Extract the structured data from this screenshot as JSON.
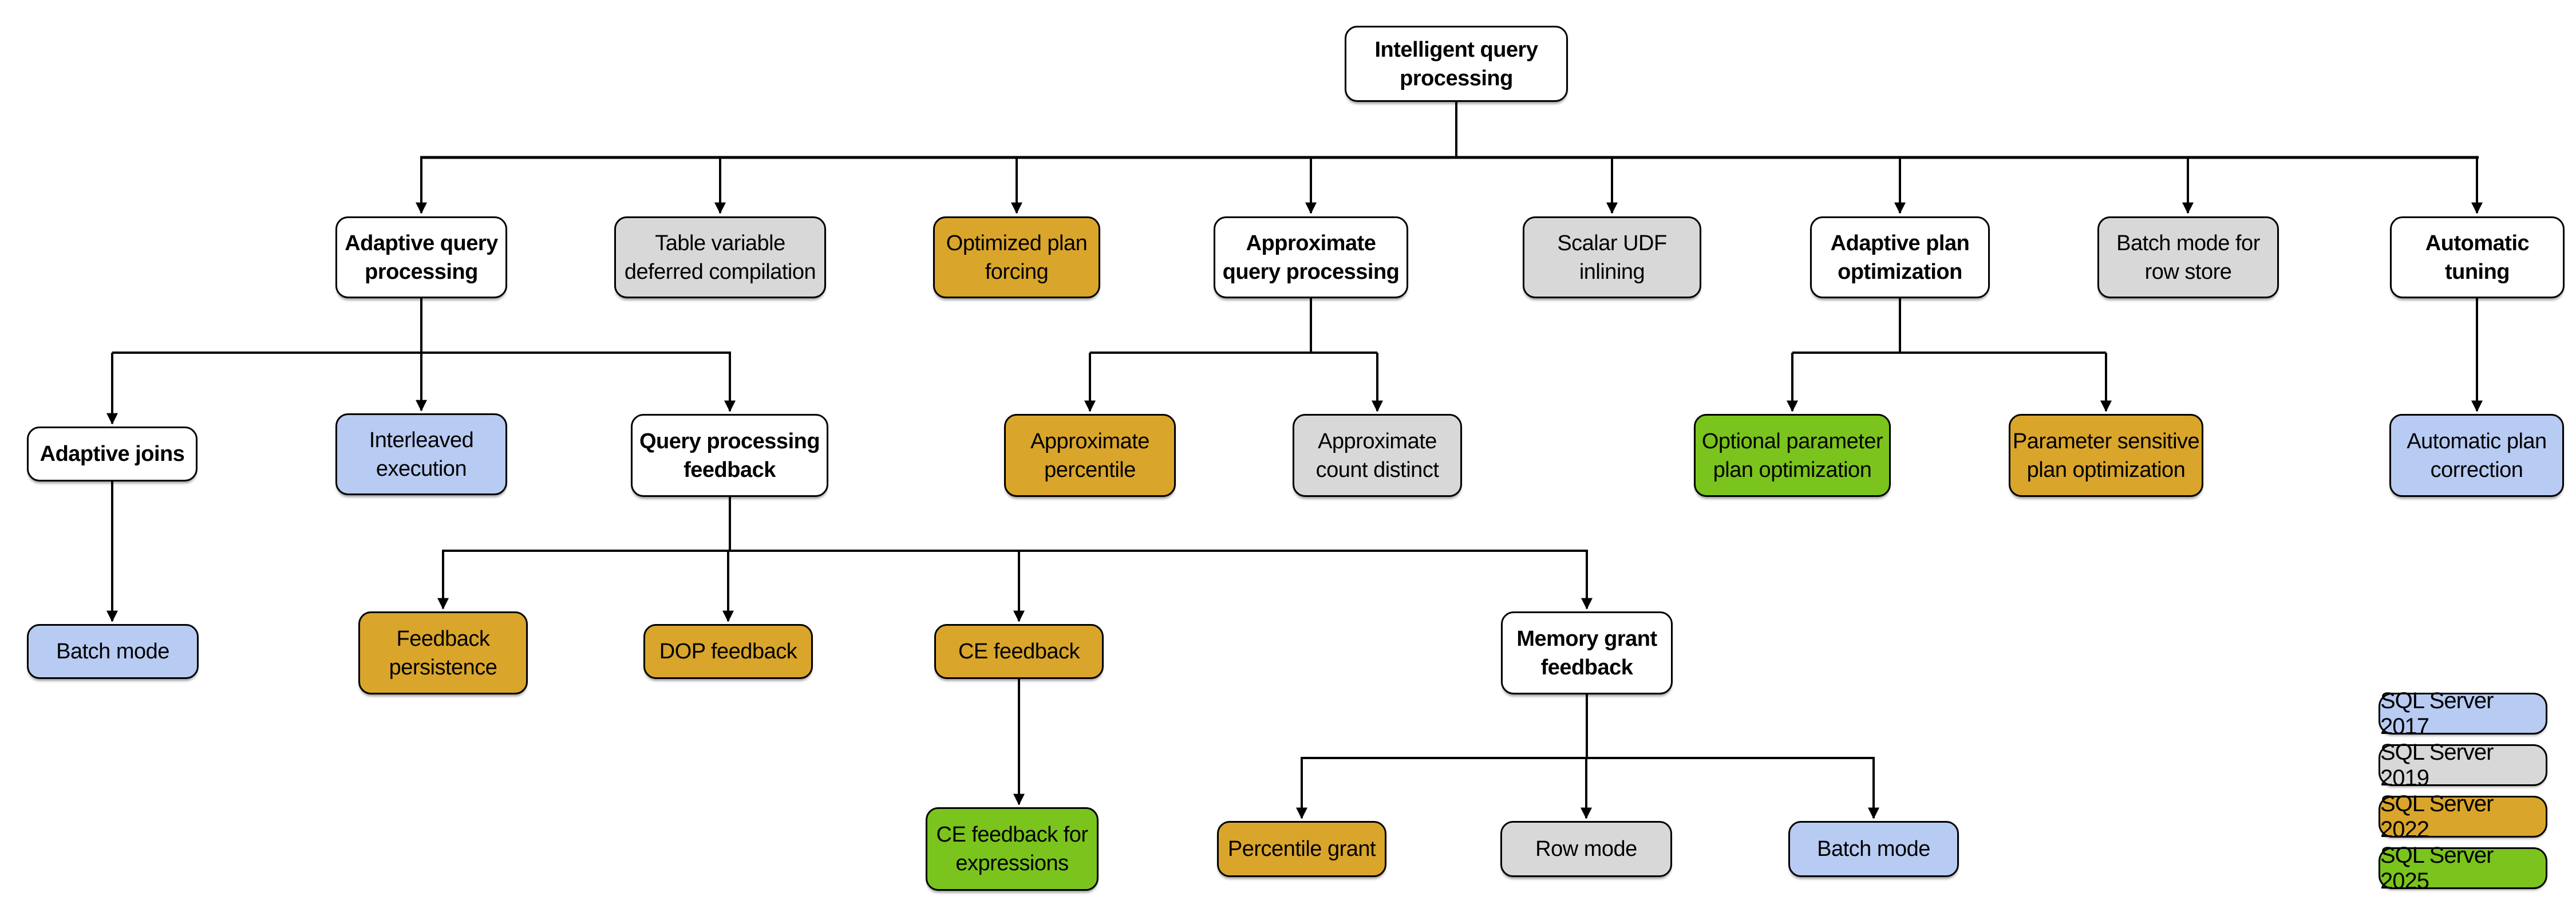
{
  "page": {
    "background": "#ffffff"
  },
  "colors": {
    "node_border": "#000000",
    "connector": "#000000",
    "plain_node_bg": "#ffffff",
    "sql_2017": "#b8cbf2",
    "sql_2019": "#d8d8d8",
    "sql_2022": "#d9a52b",
    "sql_2025": "#7ac41d"
  },
  "nodes": {
    "iqp": {
      "label": "Intelligent query\nprocessing",
      "version": "base"
    },
    "aqp": {
      "label": "Adaptive query\nprocessing",
      "version": "base"
    },
    "tvdc": {
      "label": "Table variable\ndeferred compilation",
      "version": "2019"
    },
    "opf": {
      "label": "Optimized plan\nforcing",
      "version": "2022"
    },
    "aqproc": {
      "label": "Approximate\nquery processing",
      "version": "base"
    },
    "sudf": {
      "label": "Scalar UDF\ninlining",
      "version": "2019"
    },
    "apo": {
      "label": "Adaptive plan\noptimization",
      "version": "base"
    },
    "bmrs": {
      "label": "Batch mode for\nrow store",
      "version": "2019"
    },
    "at": {
      "label": "Automatic\ntuning",
      "version": "base"
    },
    "aj": {
      "label": "Adaptive joins",
      "version": "base"
    },
    "ie": {
      "label": "Interleaved\nexecution",
      "version": "2017"
    },
    "qpf": {
      "label": "Query processing\nfeedback",
      "version": "base"
    },
    "apct": {
      "label": "Approximate\npercentile",
      "version": "2022"
    },
    "acd": {
      "label": "Approximate\ncount distinct",
      "version": "2019"
    },
    "oppo": {
      "label": "Optional parameter\nplan optimization",
      "version": "2025"
    },
    "pspo": {
      "label": "Parameter sensitive\nplan optimization",
      "version": "2022"
    },
    "apc": {
      "label": "Automatic plan\ncorrection",
      "version": "2017"
    },
    "bm1": {
      "label": "Batch mode",
      "version": "2017"
    },
    "fp": {
      "label": "Feedback\npersistence",
      "version": "2022"
    },
    "dop": {
      "label": "DOP feedback",
      "version": "2022"
    },
    "ce": {
      "label": "CE feedback",
      "version": "2022"
    },
    "mgf": {
      "label": "Memory grant\nfeedback",
      "version": "base"
    },
    "cefe": {
      "label": "CE feedback for\nexpressions",
      "version": "2025"
    },
    "pg": {
      "label": "Percentile grant",
      "version": "2022"
    },
    "rm": {
      "label": "Row mode",
      "version": "2019"
    },
    "bm2": {
      "label": "Batch mode",
      "version": "2017"
    }
  },
  "legend": {
    "items": [
      {
        "key": "2017",
        "label": "SQL Server 2017",
        "color": "#b8cbf2"
      },
      {
        "key": "2019",
        "label": "SQL Server 2019",
        "color": "#d8d8d8"
      },
      {
        "key": "2022",
        "label": "SQL Server 2022",
        "color": "#d9a52b"
      },
      {
        "key": "2025",
        "label": "SQL Server 2025",
        "color": "#7ac41d"
      }
    ]
  }
}
